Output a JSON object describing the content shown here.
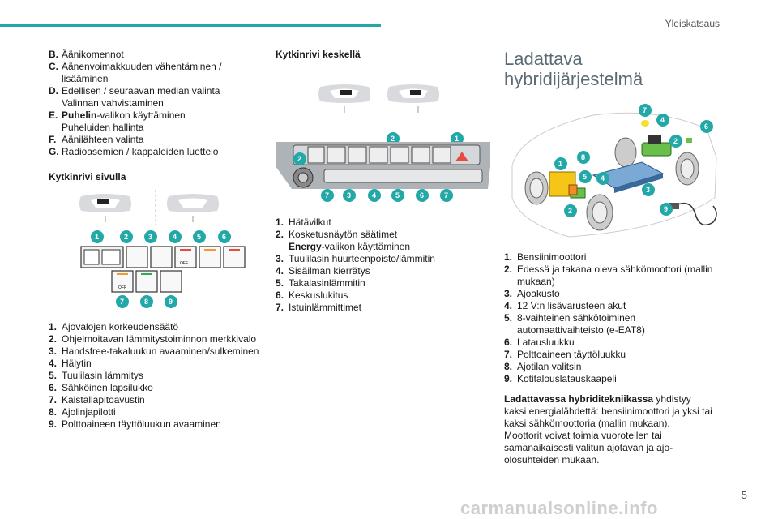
{
  "header": {
    "section": "Yleiskatsaus"
  },
  "col1": {
    "items": [
      {
        "k": "B.",
        "t": "Äänikomennot",
        "s": ""
      },
      {
        "k": "C.",
        "t": "Äänenvoimakkuuden vähentäminen /",
        "s": "lisääminen"
      },
      {
        "k": "D.",
        "t": "Edellisen / seuraavan median valinta",
        "s": "Valinnan vahvistaminen"
      },
      {
        "k": "E.",
        "tb": "Puhelin",
        "t": "-valikon käyttäminen",
        "s": "Puheluiden hallinta"
      },
      {
        "k": "F.",
        "t": "Äänilähteen valinta",
        "s": ""
      },
      {
        "k": "G.",
        "t": "Radioasemien / kappaleiden luettelo",
        "s": ""
      }
    ],
    "side_title": "Kytkinrivi sivulla",
    "side_items": [
      {
        "k": "1.",
        "t": "Ajovalojen korkeudensäätö"
      },
      {
        "k": "2.",
        "t": "Ohjelmoitavan lämmitystoiminnon merkkivalo"
      },
      {
        "k": "3.",
        "t": "Handsfree-takaluukun avaaminen/sulkeminen"
      },
      {
        "k": "4.",
        "t": "Hälytin"
      },
      {
        "k": "5.",
        "t": "Tuulilasin lämmitys"
      },
      {
        "k": "6.",
        "t": "Sähköinen lapsilukko"
      },
      {
        "k": "7.",
        "t": "Kaistallapitoavustin"
      },
      {
        "k": "8.",
        "t": "Ajolinjapilotti"
      },
      {
        "k": "9.",
        "t": "Polttoaineen täyttöluukun avaaminen"
      }
    ],
    "off_label": "OFF"
  },
  "col2": {
    "title": "Kytkinrivi keskellä",
    "items": [
      {
        "k": "1.",
        "t": "Hätävilkut",
        "s": ""
      },
      {
        "k": "2.",
        "t": "Kosketusnäytön säätimet",
        "sb": "Energy",
        "s": "-valikon käyttäminen"
      },
      {
        "k": "3.",
        "t": "Tuulilasin huurteenpoisto/lämmitin",
        "s": ""
      },
      {
        "k": "4.",
        "t": "Sisäilman kierrätys",
        "s": ""
      },
      {
        "k": "5.",
        "t": "Takalasinlämmitin",
        "s": ""
      },
      {
        "k": "6.",
        "t": "Keskuslukitus",
        "s": ""
      },
      {
        "k": "7.",
        "t": "Istuinlämmittimet",
        "s": ""
      }
    ]
  },
  "col3": {
    "title_l1": "Ladattava",
    "title_l2": "hybridijärjestelmä",
    "items": [
      {
        "k": "1.",
        "t": "Bensiinimoottori",
        "s": ""
      },
      {
        "k": "2.",
        "t": "Edessä ja takana oleva sähkömoottori (mallin",
        "s": "mukaan)"
      },
      {
        "k": "3.",
        "t": "Ajoakusto",
        "s": ""
      },
      {
        "k": "4.",
        "t": "12 V:n lisävarusteen akut",
        "s": ""
      },
      {
        "k": "5.",
        "t": "8-vaihteinen sähkötoiminen",
        "s": "automaattivaihteisto (e-EAT8)"
      },
      {
        "k": "6.",
        "t": "Latausluukku",
        "s": ""
      },
      {
        "k": "7.",
        "t": "Polttoaineen täyttöluukku",
        "s": ""
      },
      {
        "k": "8.",
        "t": "Ajotilan valitsin",
        "s": ""
      },
      {
        "k": "9.",
        "t": "Kotitalouslatauskaapeli",
        "s": ""
      }
    ],
    "para_bold": "Ladattavassa hybriditekniikassa",
    "para_rest": " yhdistyy",
    "para_lines": [
      "kaksi energialähdettä: bensiinimoottori ja yksi tai",
      "kaksi sähkömoottoria (mallin mukaan).",
      "Moottorit voivat toimia vuorotellen tai",
      "samanaikaisesti valitun ajotavan ja ajo-",
      "olosuhteiden mukaan."
    ]
  },
  "footer": {
    "page": "5",
    "url": "carmanualsonline.info"
  },
  "colors": {
    "accent": "#23a8a8",
    "warn": "#e84a3f"
  }
}
